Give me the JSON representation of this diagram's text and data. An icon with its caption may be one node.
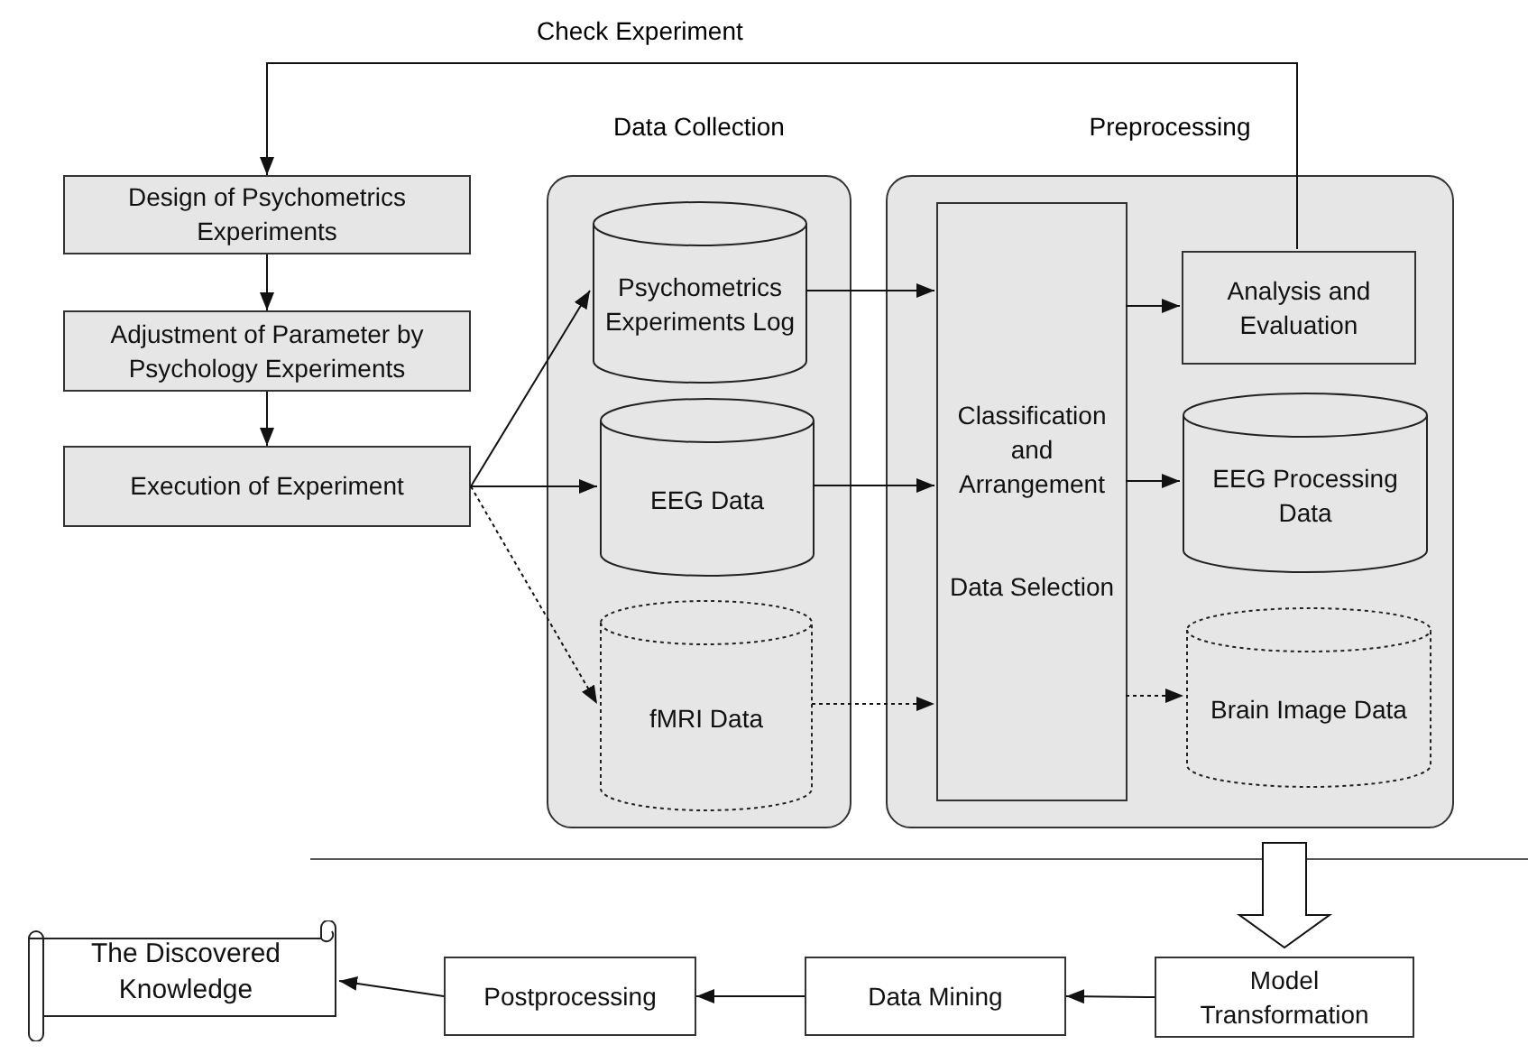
{
  "diagram": {
    "nodes": [
      {
        "text": [
          "Design of Psychometrics Experiments"
        ]
      },
      {
        "text": [
          "Adjustment of Parameter by Psychology Experiments"
        ]
      },
      {
        "text": [
          "Execution of Experiment"
        ]
      },
      {
        "text": [
          "Data Collection"
        ]
      },
      {
        "text": [
          "Psychometrics Experiments Log"
        ],
        "in": 3
      },
      {
        "text": [
          "EEG Data"
        ],
        "in": 3
      },
      {
        "text": [
          "fMRI Data"
        ],
        "in": 3
      },
      {
        "text": [
          "Preprocessing"
        ]
      },
      {
        "text": [
          "Classification and Arrangement",
          "Data Selection"
        ],
        "in": 7
      },
      {
        "text": [
          "Analysis and Evaluation"
        ],
        "in": 7
      },
      {
        "text": [
          "EEG Processing Data"
        ],
        "in": 7
      },
      {
        "text": [
          "Brain Image Data"
        ],
        "in": 7
      },
      {
        "text": [
          "Model Transformation"
        ]
      },
      {
        "text": [
          "Data Mining"
        ]
      },
      {
        "text": [
          "Postprocessing"
        ]
      },
      {
        "text": [
          "The Discovered Knowledge"
        ]
      }
    ],
    "edges": [
      {
        "from": 9,
        "to": 0,
        "arrow": "to",
        "label": "Check Experiment"
      },
      {
        "from": 0,
        "to": 1,
        "arrow": "to"
      },
      {
        "from": 1,
        "to": 2,
        "arrow": "to"
      },
      {
        "from": 2,
        "to": 4,
        "arrow": "to"
      },
      {
        "from": 2,
        "to": 5,
        "arrow": "to"
      },
      {
        "from": 2,
        "to": 6,
        "arrow": "to",
        "style": "dashed"
      },
      {
        "from": 4,
        "to": 8,
        "arrow": "to"
      },
      {
        "from": 5,
        "to": 8,
        "arrow": "to"
      },
      {
        "from": 6,
        "to": 8,
        "arrow": "to",
        "style": "dashed"
      },
      {
        "from": 8,
        "to": 9,
        "arrow": "to"
      },
      {
        "from": 8,
        "to": 10,
        "arrow": "to"
      },
      {
        "from": 8,
        "to": 11,
        "arrow": "to",
        "style": "dashed"
      },
      {
        "from": 7,
        "to": 12,
        "arrow": "to",
        "style": "thick"
      },
      {
        "from": 12,
        "to": 13,
        "arrow": "to"
      },
      {
        "from": 13,
        "to": 14,
        "arrow": "to"
      },
      {
        "from": 14,
        "to": 15,
        "arrow": "to"
      }
    ]
  }
}
